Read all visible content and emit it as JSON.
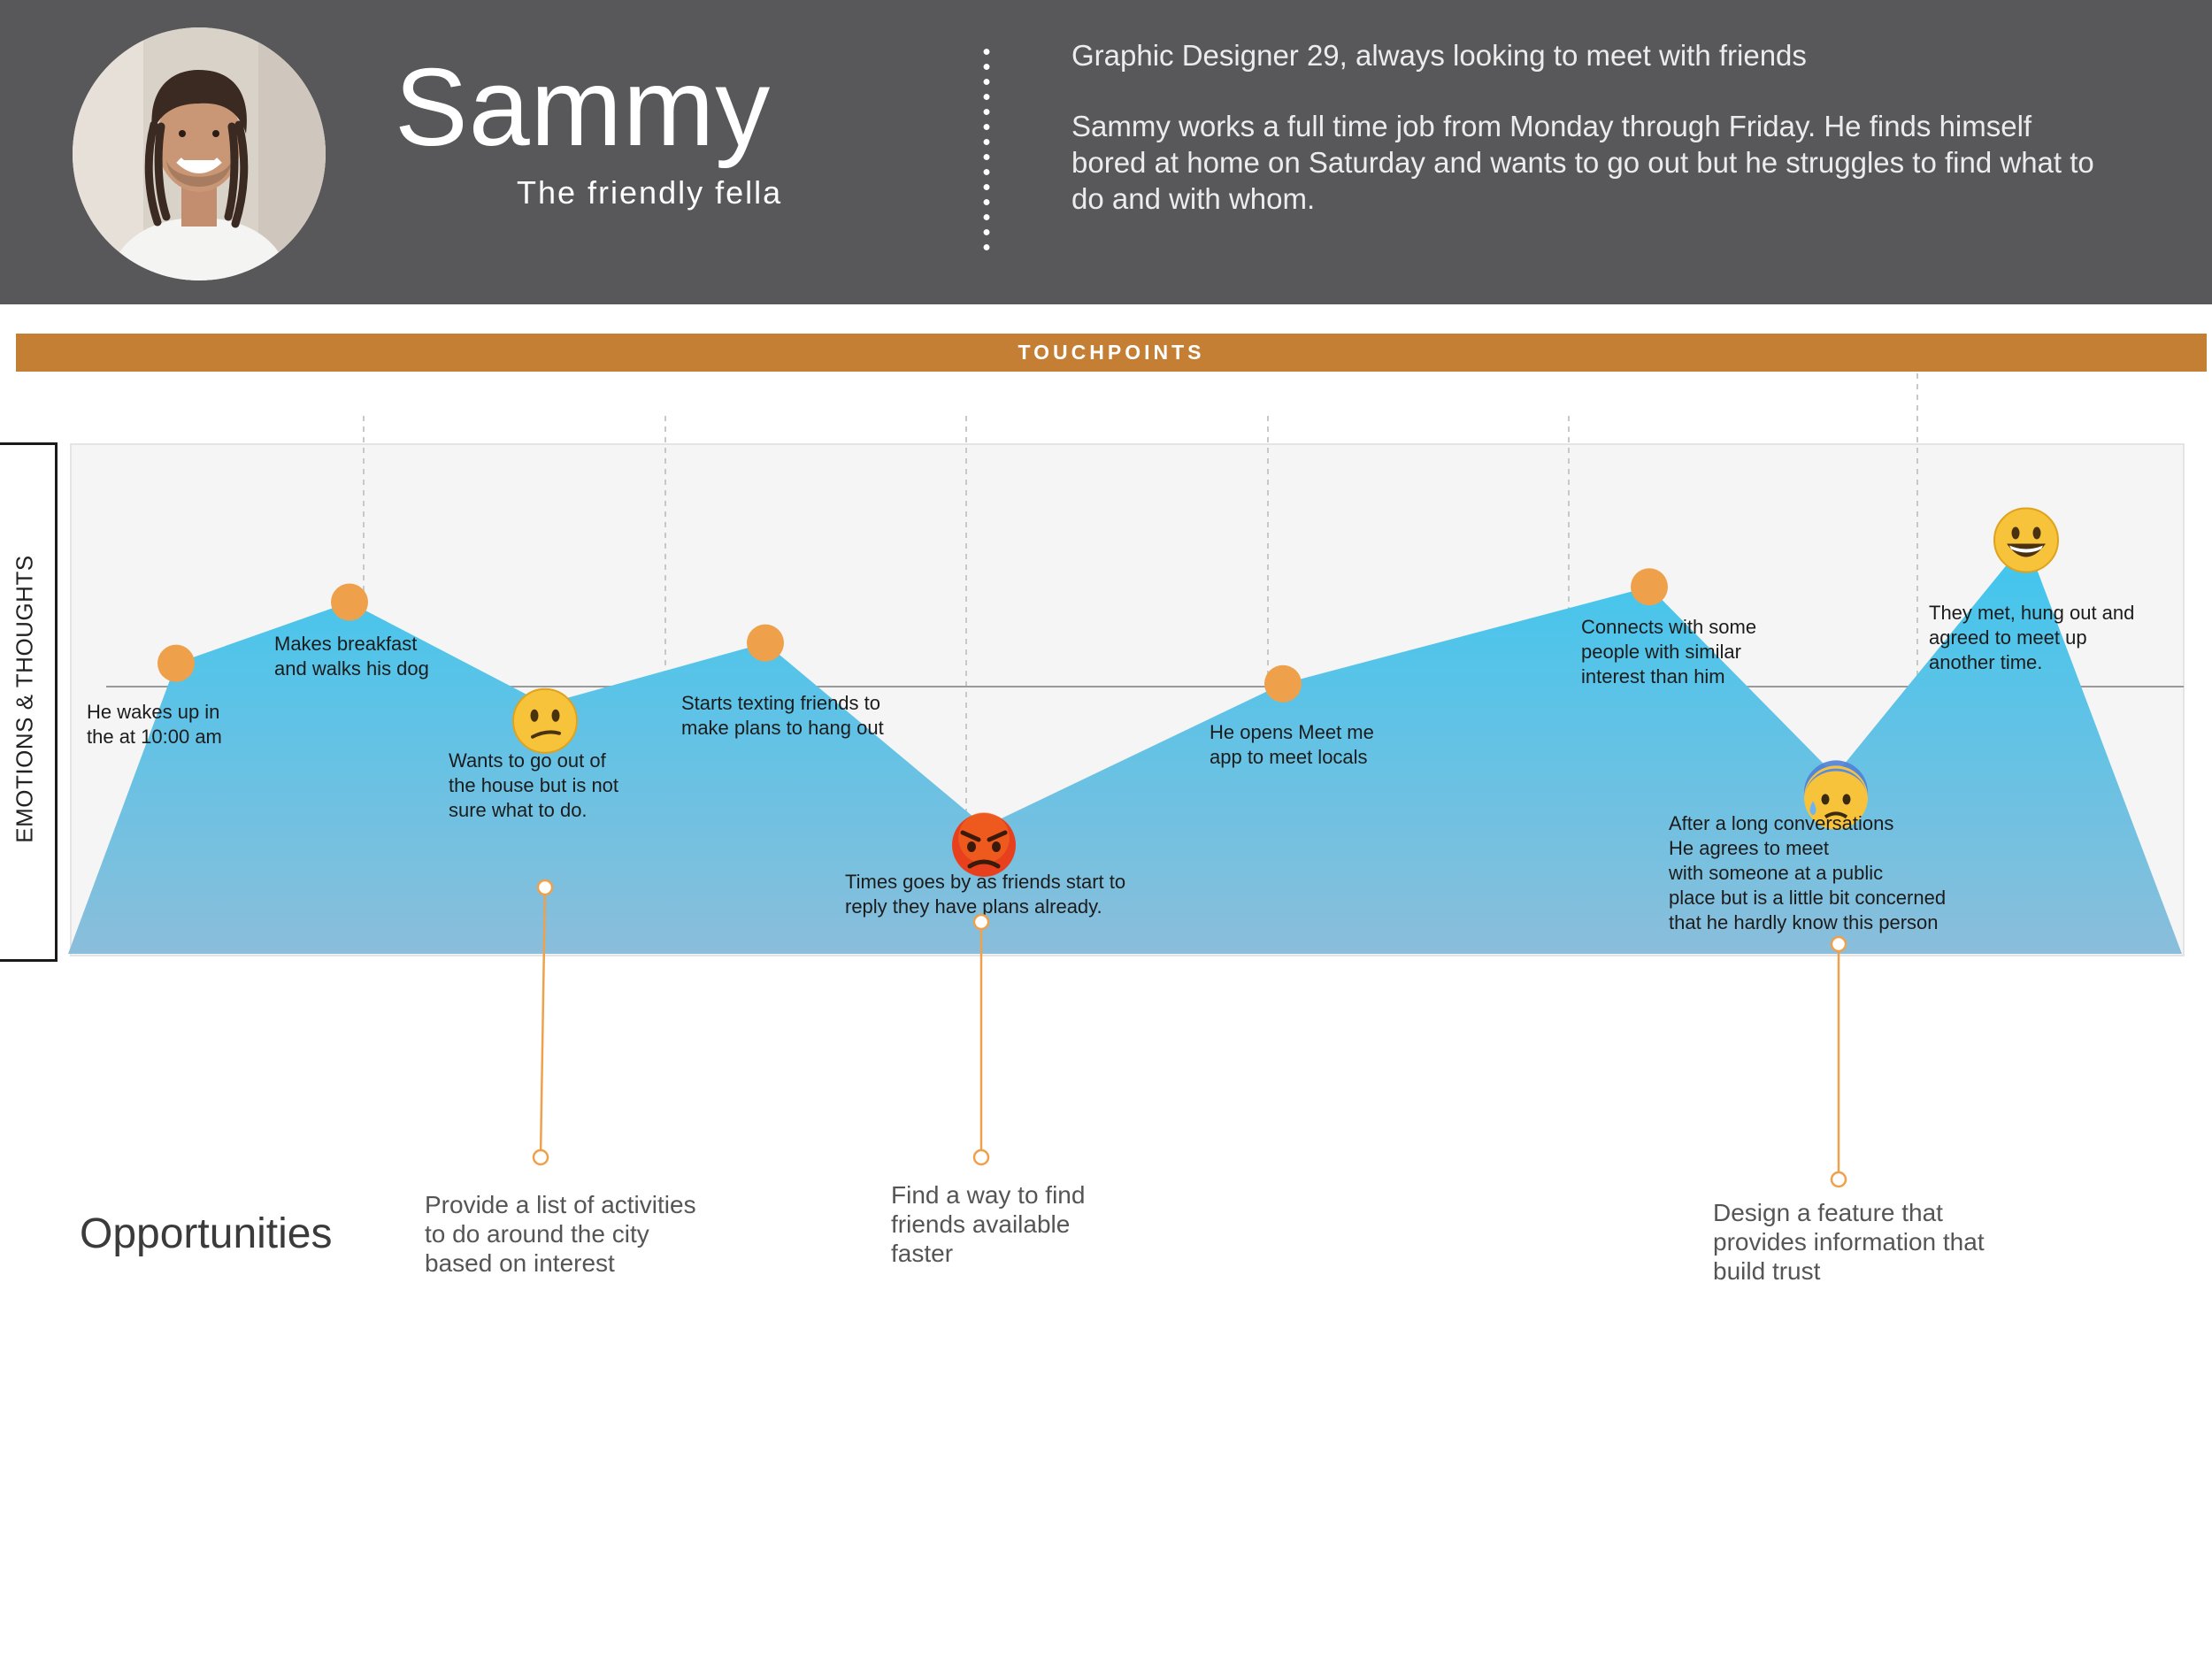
{
  "persona": {
    "name": "Sammy",
    "subtitle": "The friendly fella",
    "tagline": "Graphic Designer 29, always looking to meet with friends",
    "bio": "Sammy works a full time job from Monday through Friday. He  finds himself bored at home on Saturday  and wants to go out but he struggles to find what to do and with whom."
  },
  "touchpoints_label": "TOUCHPOINTS",
  "emotions_label": "EMOTIONS & THOUGHTS",
  "colors": {
    "header_bg": "#58585a",
    "touchpoints_bar": "#c47f34",
    "area_top": "#3fc6ee",
    "area_bottom": "#8abedb",
    "marker": "#eea14a",
    "opportunity_line": "#eea14a"
  },
  "journey": {
    "points": [
      {
        "label": "He wakes up in\nthe at 10:00 am",
        "marker": "dot",
        "level": 0.57
      },
      {
        "label": "Makes breakfast\nand walks his dog",
        "marker": "dot",
        "level": 0.69
      },
      {
        "label": "Wants to go out of\nthe house but is not\nsure what to do.",
        "marker": "confused-face-icon",
        "level": 0.49
      },
      {
        "label": "Starts texting friends to\nmake plans to hang out",
        "marker": "dot",
        "level": 0.61
      },
      {
        "label": "Times goes by as friends start to\nreply they have plans already.",
        "marker": "angry-face-icon",
        "level": 0.25
      },
      {
        "label": "He opens  Meet me\napp to meet locals",
        "marker": "dot",
        "level": 0.53
      },
      {
        "label": "Connects with some\npeople with similar\ninterest than him",
        "marker": "dot",
        "level": 0.72
      },
      {
        "label": "After a long conversations\nHe agrees to meet\nwith someone at a public\nplace but is a little bit concerned\nthat he hardly know this person",
        "marker": "anxious-sweat-face-icon",
        "level": 0.35
      },
      {
        "label": "They met, hung out and\nagreed to meet up\nanother time.",
        "marker": "grinning-face-icon",
        "level": 0.81
      }
    ]
  },
  "opportunities": {
    "heading": "Opportunities",
    "items": [
      {
        "text": "Provide a list of activities\nto do around the city\nbased on interest",
        "linked_point": 2
      },
      {
        "text": "Find a way to find\nfriends available\nfaster",
        "linked_point": 4
      },
      {
        "text": "Design a feature that\nprovides information that\nbuild trust",
        "linked_point": 7
      }
    ]
  }
}
